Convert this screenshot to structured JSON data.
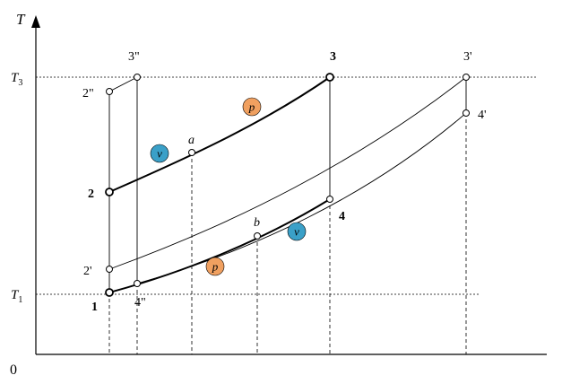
{
  "axes": {
    "y_label": "T",
    "origin_label": "0",
    "t3_label": "T",
    "t3_sub": "3",
    "t1_label": "T",
    "t1_sub": "1"
  },
  "points": {
    "p1": "1",
    "p2": "2",
    "p3": "3",
    "p4": "4",
    "p2p": "2'",
    "p3p": "3'",
    "p4p": "4'",
    "p2pp": "2\"",
    "p3pp": "3\"",
    "p4pp": "4\"",
    "a": "a",
    "b": "b"
  },
  "badges": {
    "p_label": "p",
    "v_label": "v",
    "p_color": "#f0a060",
    "v_color": "#3aa0c8"
  }
}
